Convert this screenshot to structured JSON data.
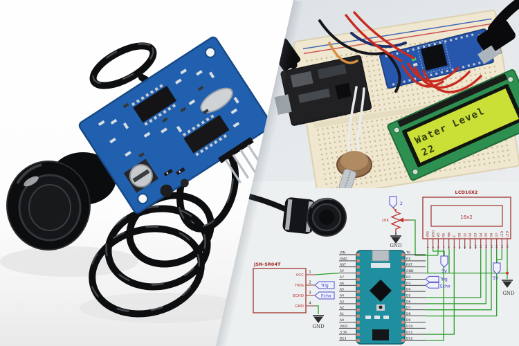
{
  "collage": {
    "breadboard_photo": {
      "lcd_line1": "Water Level",
      "lcd_line2": "22"
    },
    "schematic": {
      "sensor": {
        "title": "JSN-SR04T",
        "pin_names": [
          "VCC",
          "TRIG",
          "ECHO",
          "GND"
        ],
        "pin_numbers": [
          "1",
          "2",
          "3",
          "4"
        ]
      },
      "nano": {
        "left_pins": [
          "VIN",
          "GND",
          "RST",
          "5V",
          "A7",
          "A6",
          "A5",
          "A4",
          "A3",
          "A2",
          "A1",
          "A0",
          "VREF",
          "3.3V",
          "D13"
        ],
        "right_pins": [
          "TX",
          "RX",
          "RST",
          "GND",
          "D2",
          "D3",
          "D4",
          "D5",
          "D6",
          "D7",
          "D8",
          "D9",
          "D10",
          "D11",
          "D12"
        ]
      },
      "lcd": {
        "title": "LCD16X2",
        "screen_label": "16x2",
        "pin_names": [
          "VSS",
          "VDD",
          "VO",
          "RS",
          "RW",
          "E",
          "D0",
          "D1",
          "D2",
          "D3",
          "D4",
          "D5",
          "D6",
          "D7",
          "LED",
          "LED"
        ],
        "pin_numbers": [
          "1",
          "2",
          "3",
          "4",
          "5",
          "6",
          "7",
          "8",
          "9",
          "10",
          "11",
          "12",
          "13",
          "14",
          "15",
          "16"
        ]
      },
      "labels": {
        "trig": "Trig",
        "echo": "Echo",
        "five_v": "5V",
        "gnd": "GND",
        "pot_value": "10K",
        "pot_pin": "2"
      }
    },
    "colors": {
      "schematic_red": "#a03030",
      "wire_green": "#2a9c2a",
      "flag_blue": "#4a4acc",
      "nano_teal": "#1f8fa0",
      "lcd_screen": "#cbe036",
      "lcd_pcb": "#2e9050",
      "pcb_blue": "#2160ae",
      "breadboard": "#efe7cf"
    }
  }
}
